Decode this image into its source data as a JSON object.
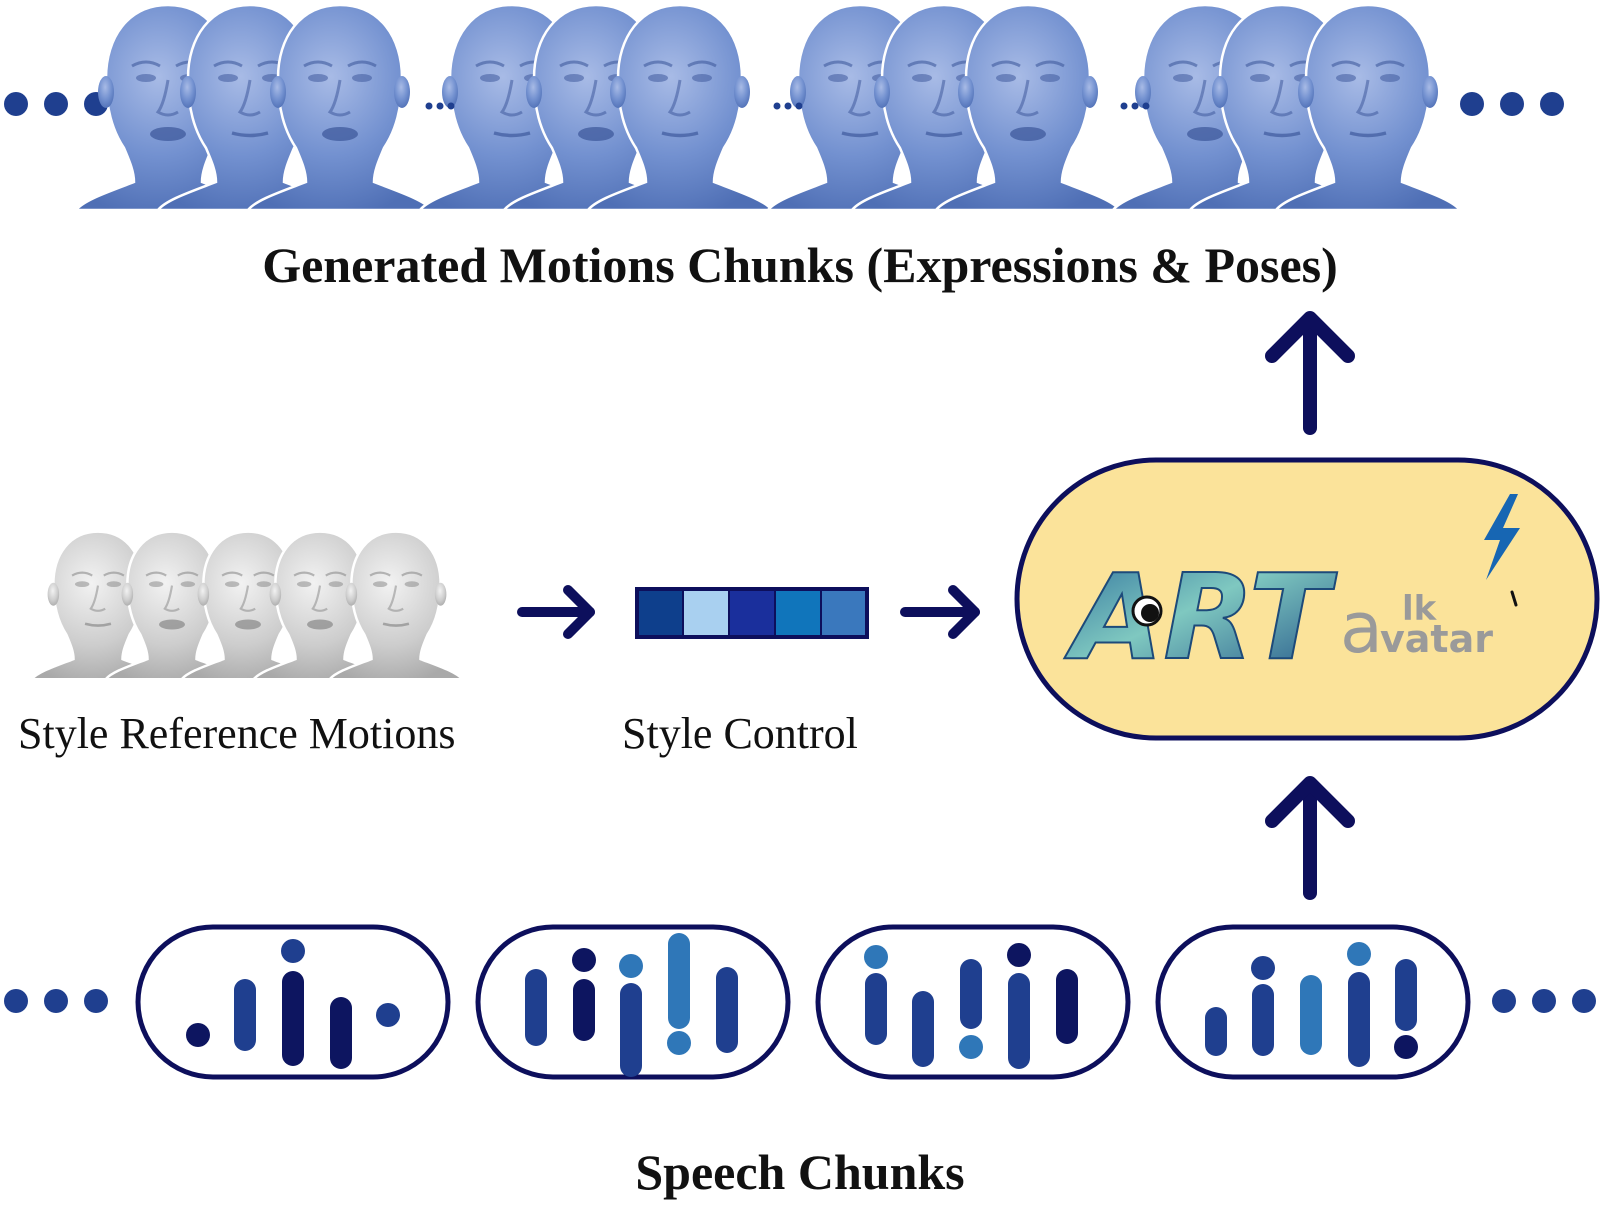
{
  "labels": {
    "generated_title": "Generated Motions Chunks (Expressions & Poses)",
    "speech_title": "Speech Chunks",
    "style_reference": "Style Reference Motions",
    "style_control": "Style Control"
  },
  "logo": {
    "main_text": "ART",
    "sub_text_top": "lk",
    "sub_text_bottom": "vatar",
    "sub_letter": "a"
  },
  "colors": {
    "navy": "#0d0f5c",
    "dot_blue": "#1f3f8f",
    "face_blue": "#6f8ecf",
    "face_gray": "#cfcfcf",
    "model_fill": "#fbe39a",
    "arrow": "#0d0f5c",
    "bar_dark": "#0d1560",
    "bar_mid": "#1f3f8f",
    "bar_light": "#2f77b8",
    "bar_pale": "#5b9bd5"
  },
  "style_vector": {
    "cells": [
      "#0e3f8c",
      "#a9d0f0",
      "#1a2f9c",
      "#1075bb",
      "#3a78bd"
    ]
  },
  "icons": {
    "ellipsis": "ellipsis-icon",
    "arrow": "arrow-icon",
    "lightning": "lightning-icon",
    "face": "face-icon",
    "waveform": "waveform-icon"
  }
}
